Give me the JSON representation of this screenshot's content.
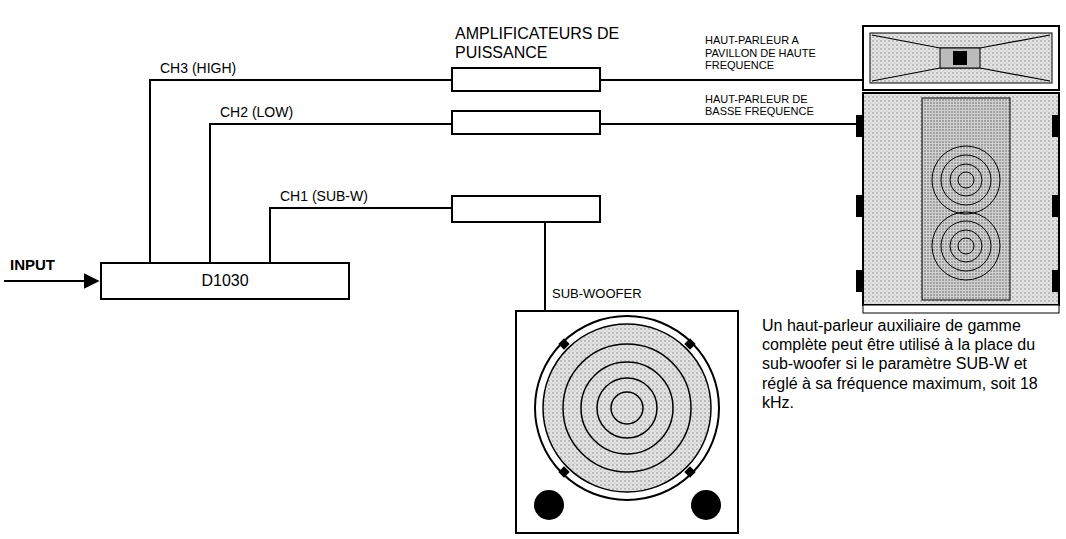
{
  "diagram": {
    "nodes": [
      {
        "text": [
          "D1030"
        ]
      },
      {
        "text": [
          "HAUT-PARLEUR A PAVILLON DE HAUTE FREQUENCE"
        ]
      },
      {
        "text": [
          "HAUT-PARLEUR DE BASSE FREQUENCE"
        ]
      },
      {
        "text": [
          "SUB-WOOFER"
        ]
      }
    ],
    "edges": [
      {
        "from": 0,
        "to": 1,
        "label": "CH3 (HIGH)",
        "arrow": "none"
      },
      {
        "from": 0,
        "to": 2,
        "label": "CH2 (LOW)",
        "arrow": "none"
      },
      {
        "from": 0,
        "to": 3,
        "label": "CH1 (SUB-W)",
        "arrow": "none"
      }
    ],
    "labels": [
      "INPUT",
      "AMPLIFICATEURS DE PUISSANCE",
      "Un haut-parleur auxiliaire de gamme complète peut être utilisé à la place du sub-woofer si le paramètre SUB-W et réglé à sa fréquence maximum, soit 18 kHz."
    ]
  }
}
